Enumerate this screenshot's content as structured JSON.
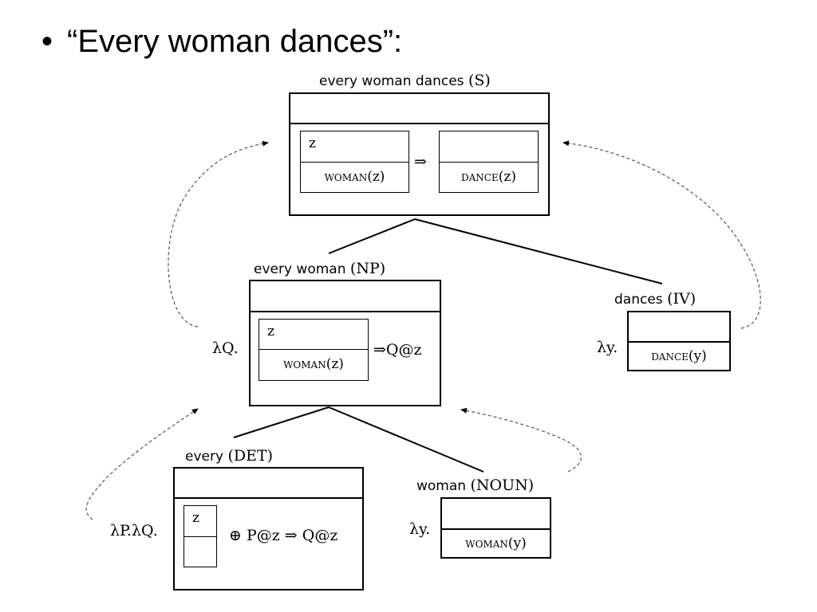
{
  "title": {
    "bullet": "•",
    "text": "“Every woman dances”:"
  },
  "arrow_symbol": "⇒",
  "oplus_symbol": "⊕",
  "nodes": {
    "s": {
      "words": "every woman dances",
      "category": "(S)",
      "antecedent": {
        "referent": "z",
        "condition_pred": "woman",
        "condition_arg": "(z)"
      },
      "consequent": {
        "condition_pred": "dance",
        "condition_arg": "(z)"
      }
    },
    "np": {
      "words": "every woman",
      "category": "(NP)",
      "lambda": "λQ.",
      "antecedent": {
        "referent": "z",
        "condition_pred": "woman",
        "condition_arg": "(z)"
      },
      "after": "⇒Q@z"
    },
    "iv": {
      "words": "dances",
      "category": "(IV)",
      "lambda": "λy.",
      "condition_pred": "dance",
      "condition_arg": "(y)"
    },
    "det": {
      "words": "every",
      "category": "(DET)",
      "lambda": "λP.λQ.",
      "referent": "z",
      "formula": "P@z ⇒ Q@z"
    },
    "noun": {
      "words": "woman",
      "category": "(NOUN)",
      "lambda": "λy.",
      "condition_pred": "woman",
      "condition_arg": "(y)"
    }
  }
}
